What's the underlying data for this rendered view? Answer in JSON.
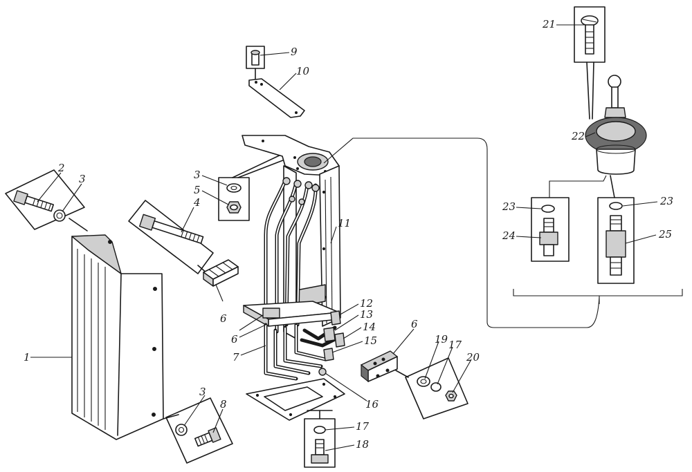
{
  "labels": {
    "l1": "1",
    "l2": "2",
    "l3a": "3",
    "l3b": "3",
    "l3c": "3",
    "l4": "4",
    "l5": "5",
    "l6a": "6",
    "l6b": "6",
    "l6c": "6",
    "l7": "7",
    "l8": "8",
    "l9": "9",
    "l10": "10",
    "l11": "11",
    "l12": "12",
    "l13": "13",
    "l14": "14",
    "l15": "15",
    "l16": "16",
    "l17a": "17",
    "l17b": "17",
    "l18": "18",
    "l19": "19",
    "l20": "20",
    "l21": "21",
    "l22": "22",
    "l23a": "23",
    "l23b": "23",
    "l24": "24",
    "l25": "25"
  },
  "colors": {
    "ink": "#1a1a1a",
    "paper": "#ffffff",
    "shade": "#cfcfcf"
  }
}
